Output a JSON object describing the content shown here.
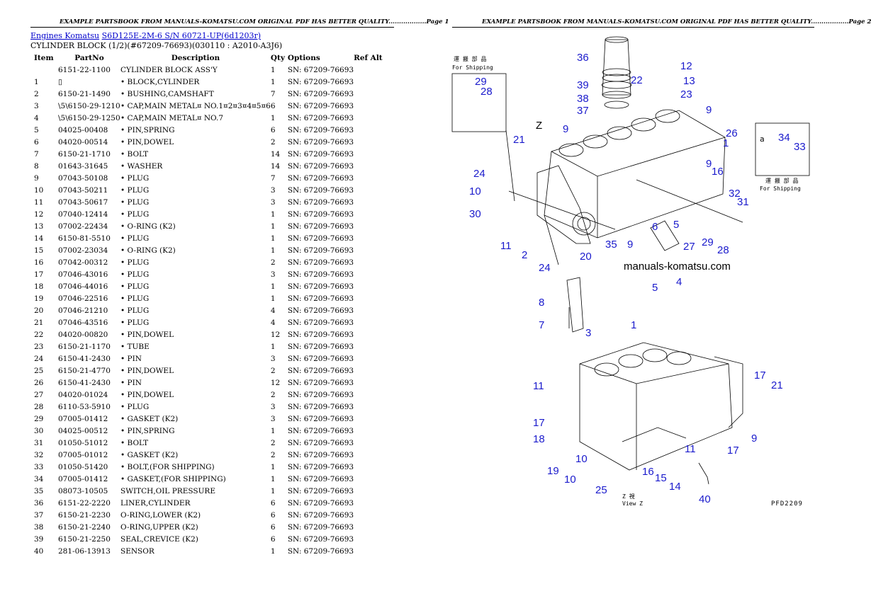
{
  "header_left": "EXAMPLE PARTSBOOK FROM MANUALS-KOMATSU.COM ORIGINAL PDF HAS BETTER QUALITY..................Page 1",
  "header_right": "EXAMPLE PARTSBOOK FROM MANUALS-KOMATSU.COM ORIGINAL PDF HAS BETTER QUALITY..................Page 2",
  "breadcrumb": {
    "link1": "Engines Komatsu",
    "link2": "S6D125E-2M-6 S/N 60721-UP(6d1203r)"
  },
  "subtitle": "CYLINDER BLOCK (1/2)(#67209-76693)(030110 : A2010-A3J6)",
  "columns": [
    "Item",
    "PartNo",
    "Description",
    "Qty",
    "Options",
    "Ref Alt"
  ],
  "rows": [
    [
      "",
      "6151-22-1100",
      "CYLINDER BLOCK ASS'Y",
      "1",
      "SN: 67209-76693",
      ""
    ],
    [
      "1",
      "▯",
      "• BLOCK,CYLINDER",
      "1",
      "SN: 67209-76693",
      ""
    ],
    [
      "2",
      "6150-21-1490",
      "• BUSHING,CAMSHAFT",
      "7",
      "SN: 67209-76693",
      ""
    ],
    [
      "3",
      "\\5\\6150-29-1210",
      "• CAP,MAIN METAL¤ NO.1¤2¤3¤4¤5¤6",
      "6",
      "SN: 67209-76693",
      ""
    ],
    [
      "4",
      "\\5\\6150-29-1250",
      "• CAP,MAIN METAL¤ NO.7",
      "1",
      "SN: 67209-76693",
      ""
    ],
    [
      "5",
      "04025-00408",
      "• PIN,SPRING",
      "6",
      "SN: 67209-76693",
      ""
    ],
    [
      "6",
      "04020-00514",
      "• PIN,DOWEL",
      "2",
      "SN: 67209-76693",
      ""
    ],
    [
      "7",
      "6150-21-1710",
      "• BOLT",
      "14",
      "SN: 67209-76693",
      ""
    ],
    [
      "8",
      "01643-31645",
      "• WASHER",
      "14",
      "SN: 67209-76693",
      ""
    ],
    [
      "9",
      "07043-50108",
      "• PLUG",
      "7",
      "SN: 67209-76693",
      ""
    ],
    [
      "10",
      "07043-50211",
      "• PLUG",
      "3",
      "SN: 67209-76693",
      ""
    ],
    [
      "11",
      "07043-50617",
      "• PLUG",
      "3",
      "SN: 67209-76693",
      ""
    ],
    [
      "12",
      "07040-12414",
      "• PLUG",
      "1",
      "SN: 67209-76693",
      ""
    ],
    [
      "13",
      "07002-22434",
      "• O-RING (K2)",
      "1",
      "SN: 67209-76693",
      ""
    ],
    [
      "14",
      "6150-81-5510",
      "• PLUG",
      "1",
      "SN: 67209-76693",
      ""
    ],
    [
      "15",
      "07002-23034",
      "• O-RING (K2)",
      "1",
      "SN: 67209-76693",
      ""
    ],
    [
      "16",
      "07042-00312",
      "• PLUG",
      "2",
      "SN: 67209-76693",
      ""
    ],
    [
      "17",
      "07046-43016",
      "• PLUG",
      "3",
      "SN: 67209-76693",
      ""
    ],
    [
      "18",
      "07046-44016",
      "• PLUG",
      "1",
      "SN: 67209-76693",
      ""
    ],
    [
      "19",
      "07046-22516",
      "• PLUG",
      "1",
      "SN: 67209-76693",
      ""
    ],
    [
      "20",
      "07046-21210",
      "• PLUG",
      "4",
      "SN: 67209-76693",
      ""
    ],
    [
      "21",
      "07046-43516",
      "• PLUG",
      "4",
      "SN: 67209-76693",
      ""
    ],
    [
      "22",
      "04020-00820",
      "• PIN,DOWEL",
      "12",
      "SN: 67209-76693",
      ""
    ],
    [
      "23",
      "6150-21-1170",
      "• TUBE",
      "1",
      "SN: 67209-76693",
      ""
    ],
    [
      "24",
      "6150-41-2430",
      "• PIN",
      "3",
      "SN: 67209-76693",
      ""
    ],
    [
      "25",
      "6150-21-4770",
      "• PIN,DOWEL",
      "2",
      "SN: 67209-76693",
      ""
    ],
    [
      "26",
      "6150-41-2430",
      "• PIN",
      "12",
      "SN: 67209-76693",
      ""
    ],
    [
      "27",
      "04020-01024",
      "• PIN,DOWEL",
      "2",
      "SN: 67209-76693",
      ""
    ],
    [
      "28",
      "6110-53-5910",
      "• PLUG",
      "3",
      "SN: 67209-76693",
      ""
    ],
    [
      "29",
      "07005-01412",
      "• GASKET (K2)",
      "3",
      "SN: 67209-76693",
      ""
    ],
    [
      "30",
      "04025-00512",
      "• PIN,SPRING",
      "1",
      "SN: 67209-76693",
      ""
    ],
    [
      "31",
      "01050-51012",
      "• BOLT",
      "2",
      "SN: 67209-76693",
      ""
    ],
    [
      "32",
      "07005-01012",
      "• GASKET (K2)",
      "2",
      "SN: 67209-76693",
      ""
    ],
    [
      "33",
      "01050-51420",
      "• BOLT,(FOR SHIPPING)",
      "1",
      "SN: 67209-76693",
      ""
    ],
    [
      "34",
      "07005-01412",
      "• GASKET,(FOR SHIPPING)",
      "1",
      "SN: 67209-76693",
      ""
    ],
    [
      "35",
      "08073-10505",
      "SWITCH,OIL PRESSURE",
      "1",
      "SN: 67209-76693",
      ""
    ],
    [
      "36",
      "6151-22-2220",
      "LINER,CYLINDER",
      "6",
      "SN: 67209-76693",
      ""
    ],
    [
      "37",
      "6150-21-2230",
      "O-RING,LOWER (K2)",
      "6",
      "SN: 67209-76693",
      ""
    ],
    [
      "38",
      "6150-21-2240",
      "O-RING,UPPER (K2)",
      "6",
      "SN: 67209-76693",
      ""
    ],
    [
      "39",
      "6150-21-2250",
      "SEAL,CREVICE (K2)",
      "6",
      "SN: 67209-76693",
      ""
    ],
    [
      "40",
      "281-06-13913",
      "SENSOR",
      "1",
      "SN: 67209-76693",
      ""
    ]
  ],
  "diagram": {
    "shipping_label_jp": "運 搬 部 品",
    "shipping_label": "For Shipping",
    "shipping_label_jp_2": "運 搬 部 品",
    "shipping_label_2": "For Shipping",
    "detail_letter": "a",
    "view_letter": "Z",
    "watermark": "manuals-komatsu.com",
    "view_label_jp": "Z  視",
    "view_label": "View Z",
    "figure_code": "PFD2209",
    "callouts": {
      "c36": "36",
      "c12": "12",
      "c22": "22",
      "c13": "13",
      "c39": "39",
      "c38": "38",
      "c23": "23",
      "c37": "37",
      "c9a": "9",
      "c9b": "9",
      "c26": "26",
      "c1a": "1",
      "c21a": "21",
      "c9c": "9",
      "c16a": "16",
      "c24a": "24",
      "c10a": "10",
      "c32": "32",
      "c31": "31",
      "c30": "30",
      "c5a": "5",
      "c6": "6",
      "c11a": "11",
      "c35": "35",
      "c9d": "9",
      "c27": "27",
      "c29a": "29",
      "c28a": "28",
      "c2": "2",
      "c20": "20",
      "c24b": "24",
      "c5b": "5",
      "c4": "4",
      "c8": "8",
      "c7": "7",
      "c3": "3",
      "c1b": "1",
      "c17a": "17",
      "c21b": "21",
      "c11b": "11",
      "c17b": "17",
      "c18": "18",
      "c9e": "9",
      "c11c": "11",
      "c17c": "17",
      "c10b": "10",
      "c19": "19",
      "c16b": "16",
      "c10c": "10",
      "c15": "15",
      "c14": "14",
      "c25": "25",
      "c40": "40",
      "c28b": "28",
      "c29b": "29",
      "c34": "34",
      "c33": "33"
    }
  }
}
